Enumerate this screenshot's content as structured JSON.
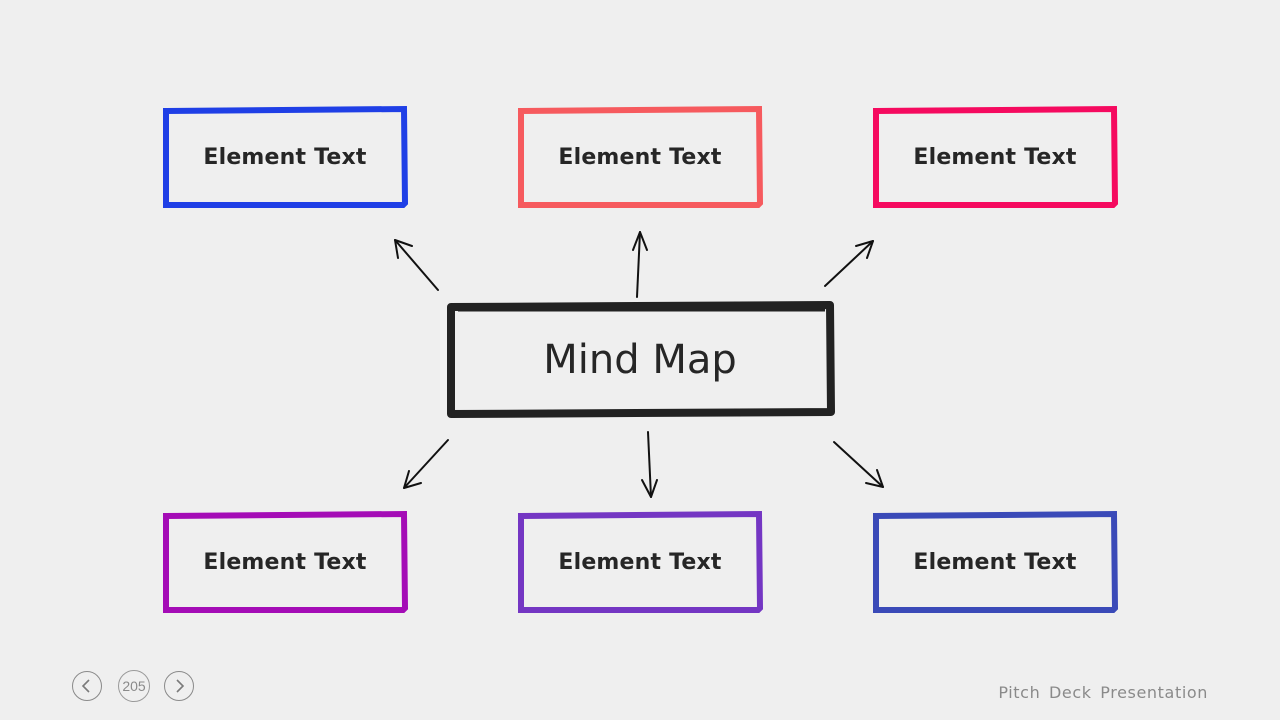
{
  "center": {
    "label": "Mind Map",
    "color": "#222222"
  },
  "nodes": [
    {
      "label": "Element Text",
      "color": "#1f3fe6"
    },
    {
      "label": "Element Text",
      "color": "#f65a5e"
    },
    {
      "label": "Element Text",
      "color": "#f50a5f"
    },
    {
      "label": "Element Text",
      "color": "#a40cb6"
    },
    {
      "label": "Element Text",
      "color": "#7436c3"
    },
    {
      "label": "Element Text",
      "color": "#3a4ab8"
    }
  ],
  "footer": {
    "page_number": "205",
    "title": "Pitch Deck Presentation"
  },
  "icons": {
    "prev": "chevron-left-icon",
    "next": "chevron-right-icon"
  }
}
